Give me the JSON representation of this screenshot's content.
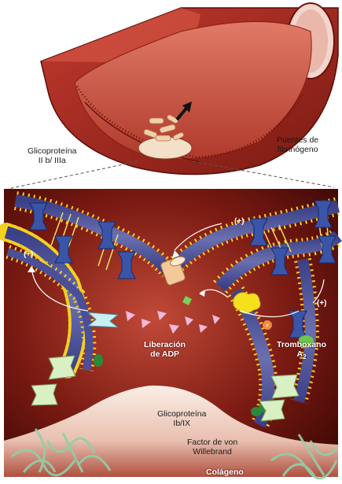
{
  "labels": {
    "glycoprotein_iib_iiia": [
      "Glicoproteína",
      "II b/ IIIa"
    ],
    "fibrinogen_bridges": [
      "Puentes de",
      "fibrinógeno"
    ],
    "adp_release": [
      "Liberación",
      "de ADP"
    ],
    "thromboxane": [
      "Tromboxano",
      "A"
    ],
    "thromboxane_sub": "2",
    "glycoprotein_ib_ix": [
      "Glicoproteína",
      "Ib/IX"
    ],
    "von_willebrand": [
      "Factor de von",
      "Willebrand"
    ],
    "collagen": "Colágeno",
    "activation_marks": [
      "(+)",
      "(+)",
      "(+)"
    ]
  },
  "colors": {
    "vessel_red": "#a8281e",
    "vessel_dark": "#5c0d08",
    "panel_bg": "#5a0d08",
    "membrane_dot": "#f5d020",
    "membrane_bridge": "#3a55a8",
    "collagen": "#8fd0a8",
    "receptor_green": "#d9efc4"
  }
}
